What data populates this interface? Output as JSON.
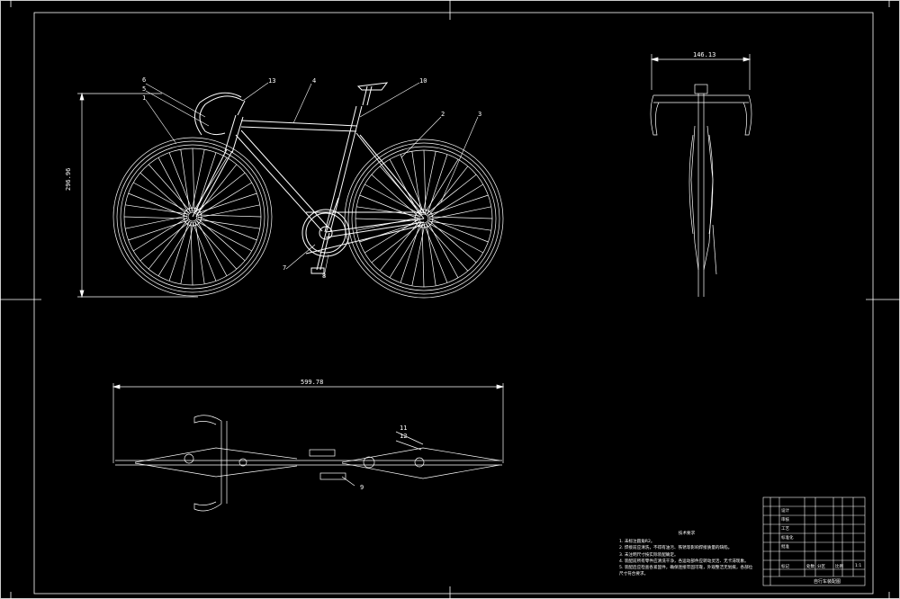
{
  "drawing": {
    "line_color": "#ffffff",
    "background": "#000000"
  },
  "side_view": {
    "overall_height": "296.96",
    "balloons": [
      "6",
      "5",
      "1",
      "13",
      "4",
      "10",
      "2",
      "3",
      "7",
      "8"
    ]
  },
  "front_view": {
    "handlebar_width": "146.13"
  },
  "top_view": {
    "overall_length": "599.78",
    "balloons": [
      "11",
      "12",
      "9"
    ]
  },
  "notes": {
    "title": "技术要求",
    "items": [
      "1. 未标注圆角R2。",
      "2. 焊接前应清洗，不得有油污、铁锈等影响焊接质量的缺陷。",
      "3. 未注明尺寸按实际装配确定。",
      "4. 装配前所有零件应清洗干净，各运动部件应转动灵活、无卡滞现象。",
      "5. 装配后应检查各紧固件，确保连接牢固可靠，外观整洁无划痕，各部位尺寸符合要求。"
    ]
  },
  "title_block": {
    "drawing_name": "自行车装配图",
    "cells": [
      "标记",
      "处数",
      "分区",
      "设计",
      "审核",
      "工艺",
      "标准化",
      "批准",
      "比例",
      "1:1"
    ]
  }
}
